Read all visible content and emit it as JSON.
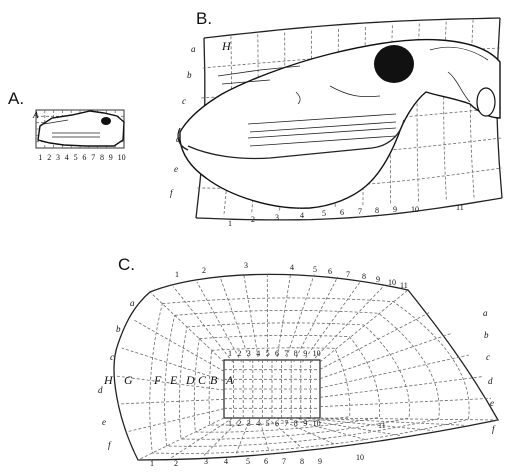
{
  "panels": {
    "a": {
      "label": "A.",
      "row_letter": "A",
      "cols": [
        "1",
        "2",
        "3",
        "4",
        "5",
        "6",
        "7",
        "8",
        "9",
        "10"
      ]
    },
    "b": {
      "label": "B.",
      "corner_letter": "H",
      "rows": [
        "a",
        "b",
        "c",
        "d",
        "e",
        "f"
      ],
      "cols": [
        "1",
        "2",
        "3",
        "4",
        "5",
        "6",
        "7",
        "8",
        "9",
        "10",
        "11"
      ]
    },
    "c": {
      "label": "C.",
      "top_cols": [
        "1",
        "2",
        "3",
        "4",
        "5",
        "6",
        "7",
        "8",
        "9",
        "10",
        "11"
      ],
      "bottom_cols": [
        "1",
        "2",
        "3",
        "4",
        "5",
        "6",
        "7",
        "8",
        "9",
        "10",
        "11"
      ],
      "left_rows": [
        "a",
        "b",
        "c",
        "d",
        "e",
        "f"
      ],
      "right_rows": [
        "a",
        "b",
        "c",
        "d",
        "e",
        "f"
      ],
      "inner_top": [
        "1",
        "2",
        "3",
        "4",
        "5",
        "6",
        "7",
        "8",
        "9",
        "10"
      ],
      "inner_bottom": [
        "1",
        "2",
        "3",
        "4",
        "5",
        "6",
        "7",
        "8",
        "9",
        "10"
      ],
      "letter_row": [
        "H",
        "G",
        "F",
        "E",
        "D",
        "C",
        "B",
        "A"
      ]
    }
  }
}
